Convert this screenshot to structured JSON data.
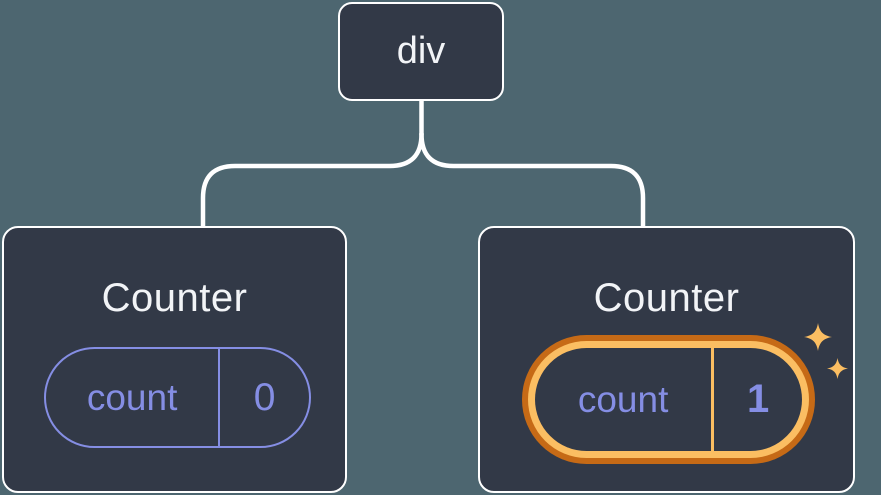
{
  "tree": {
    "root": {
      "label": "div"
    },
    "children": [
      {
        "title": "Counter",
        "state_key": "count",
        "state_value": "0",
        "highlighted": false
      },
      {
        "title": "Counter",
        "state_key": "count",
        "state_value": "1",
        "highlighted": true
      }
    ]
  },
  "icons": {
    "sparkle_large": "sparkle-icon",
    "sparkle_small": "sparkle-icon"
  },
  "colors": {
    "page_background": "#4D6670",
    "node_background": "#323947",
    "node_border": "#FFFFFF",
    "node_text": "#F2F4F7",
    "connector": "#FFFFFF",
    "state_accent": "#858EE4",
    "highlight_outer": "#C66A16",
    "highlight_inner": "#FBBE62",
    "sparkle": "#FBBE62"
  }
}
